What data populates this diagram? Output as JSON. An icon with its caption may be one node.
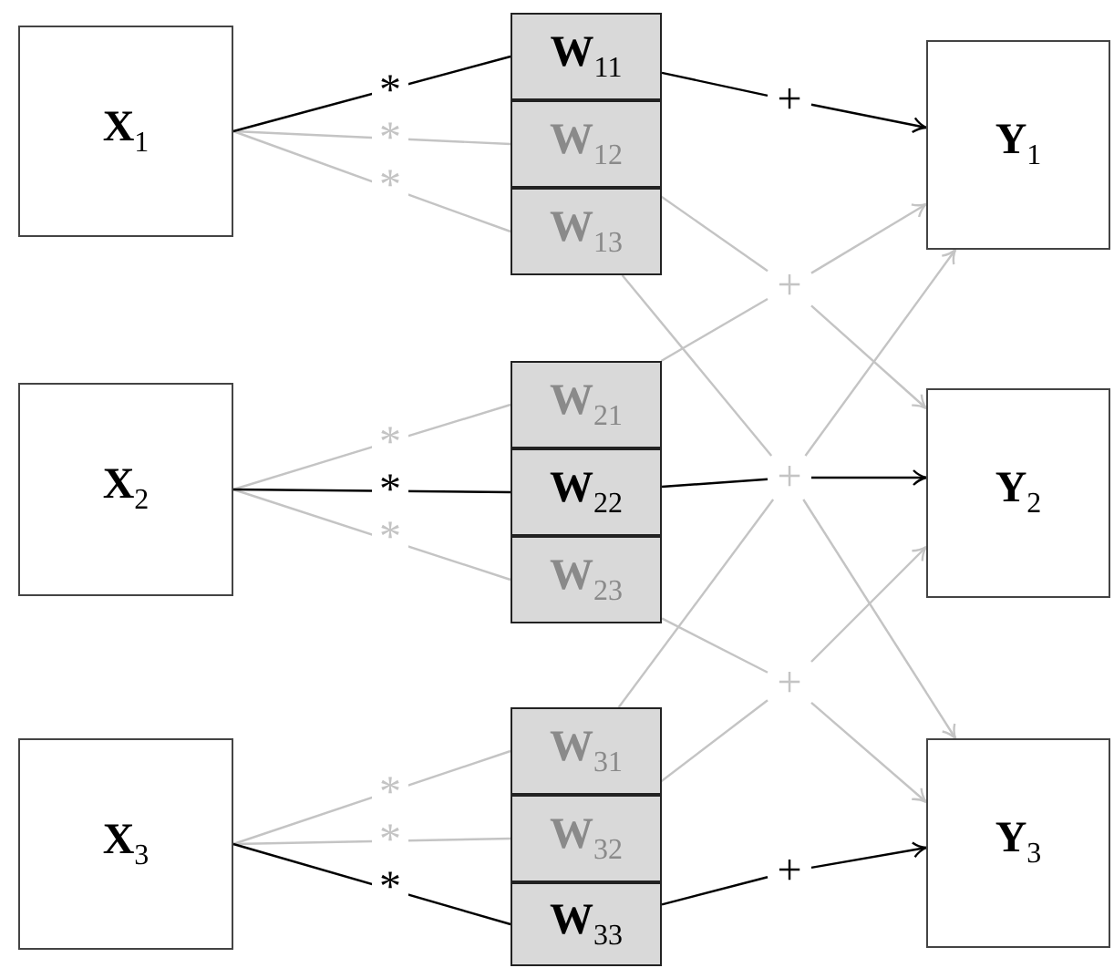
{
  "diagram": {
    "nodes": [
      {
        "text": [
          "**X**$_{1}$"
        ]
      },
      {
        "text": [
          "**W**$_{11}$"
        ]
      },
      {
        "text": [
          "**W**$_{12}$"
        ]
      },
      {
        "text": [
          "**W**$_{13}$"
        ]
      },
      {
        "text": [
          "**X**$_{2}$"
        ]
      },
      {
        "text": [
          "**W**$_{21}$"
        ]
      },
      {
        "text": [
          "**W**$_{22}$"
        ]
      },
      {
        "text": [
          "**W**$_{23}$"
        ]
      },
      {
        "text": [
          "**X**$_{3}$"
        ]
      },
      {
        "text": [
          "**W**$_{31}$"
        ]
      },
      {
        "text": [
          "**W**$_{32}$"
        ]
      },
      {
        "text": [
          "**W**$_{33}$"
        ]
      },
      {
        "text": [
          "+"
        ]
      },
      {
        "text": [
          "+"
        ]
      },
      {
        "text": [
          "+"
        ]
      },
      {
        "text": [
          "+"
        ]
      },
      {
        "text": [
          "+"
        ]
      },
      {
        "text": [
          "**Y**$_{1}$"
        ]
      },
      {
        "text": [
          "**Y**$_{2}$"
        ]
      },
      {
        "text": [
          "**Y**$_{3}$"
        ]
      }
    ],
    "edges": [
      {
        "from": 0,
        "to": 1,
        "arrow": "none",
        "label": "*",
        "color": "#000000"
      },
      {
        "from": 0,
        "to": 2,
        "arrow": "none",
        "label": "*"
      },
      {
        "from": 0,
        "to": 3,
        "arrow": "none",
        "label": "*"
      },
      {
        "from": 4,
        "to": 5,
        "arrow": "none",
        "label": "*"
      },
      {
        "from": 4,
        "to": 6,
        "arrow": "none",
        "label": "*",
        "color": "#000000"
      },
      {
        "from": 4,
        "to": 7,
        "arrow": "none",
        "label": "*"
      },
      {
        "from": 8,
        "to": 9,
        "arrow": "none",
        "label": "*"
      },
      {
        "from": 8,
        "to": 10,
        "arrow": "none",
        "label": "*"
      },
      {
        "from": 8,
        "to": 11,
        "arrow": "none",
        "label": "*",
        "color": "#000000"
      },
      {
        "from": 1,
        "to": 12,
        "arrow": "none",
        "color": "#000000"
      },
      {
        "from": 2,
        "to": 13,
        "arrow": "none"
      },
      {
        "from": 5,
        "to": 13,
        "arrow": "none"
      },
      {
        "from": 3,
        "to": 14,
        "arrow": "none"
      },
      {
        "from": 6,
        "to": 14,
        "arrow": "none",
        "color": "#000000"
      },
      {
        "from": 9,
        "to": 14,
        "arrow": "none"
      },
      {
        "from": 7,
        "to": 15,
        "arrow": "none"
      },
      {
        "from": 10,
        "to": 15,
        "arrow": "none"
      },
      {
        "from": 11,
        "to": 16,
        "arrow": "none",
        "color": "#000000"
      },
      {
        "from": 12,
        "to": 17,
        "arrow": "to",
        "color": "#000000"
      },
      {
        "from": 13,
        "to": 17,
        "arrow": "to"
      },
      {
        "from": 13,
        "to": 18,
        "arrow": "to"
      },
      {
        "from": 14,
        "to": 17,
        "arrow": "to"
      },
      {
        "from": 14,
        "to": 18,
        "arrow": "to",
        "color": "#000000"
      },
      {
        "from": 14,
        "to": 19,
        "arrow": "to"
      },
      {
        "from": 15,
        "to": 18,
        "arrow": "to"
      },
      {
        "from": 15,
        "to": 19,
        "arrow": "to"
      },
      {
        "from": 16,
        "to": 19,
        "arrow": "to",
        "color": "#000000"
      }
    ]
  }
}
